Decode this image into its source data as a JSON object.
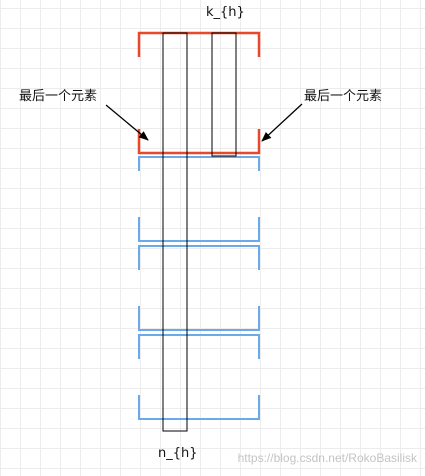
{
  "labels": {
    "top": "k_{h}",
    "bottom": "n_{h}",
    "left_annotation": "最后一个元素",
    "right_annotation": "最后一个元素"
  },
  "watermark": "https://blog.csdn.net/RokoBasilisk",
  "colors": {
    "red_bracket": "#e8492a",
    "blue_bracket": "#6aa9ea",
    "bars": "#000000",
    "arrows": "#000000"
  }
}
